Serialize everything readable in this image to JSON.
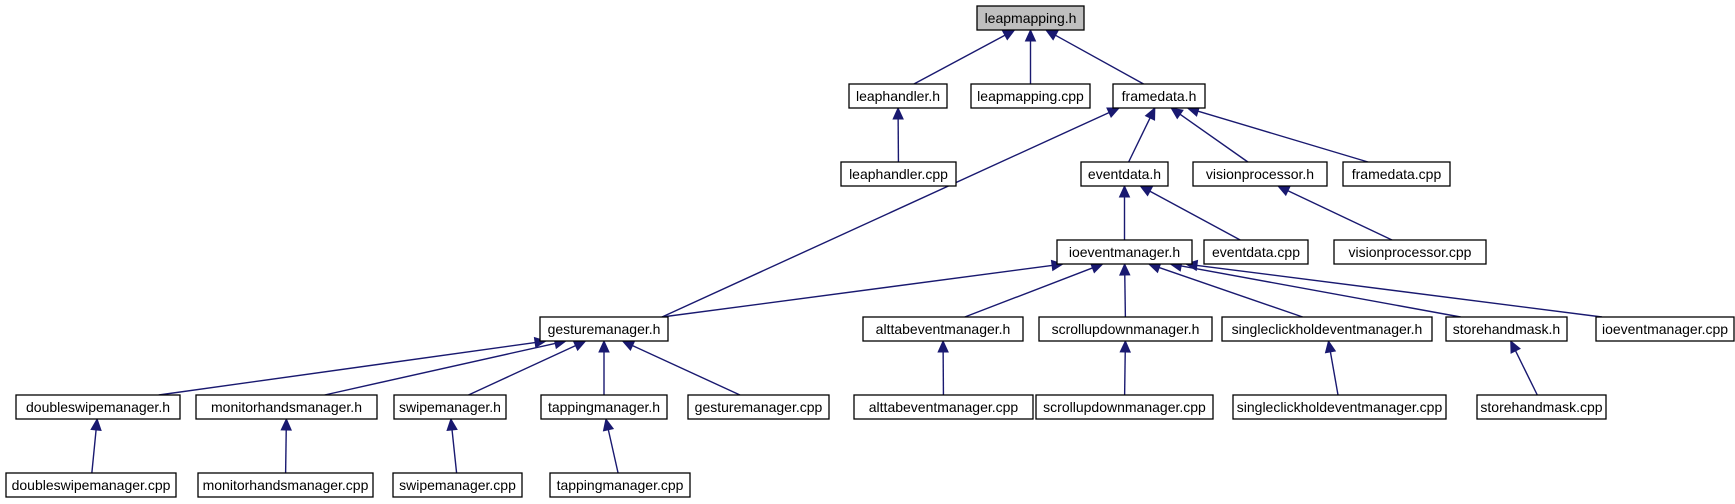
{
  "graph": {
    "colors": {
      "edge": "#191970",
      "root_fill": "#bfbfbf",
      "node_fill": "#ffffff",
      "border": "#000000"
    },
    "nodes": [
      {
        "id": "leapmapping_h",
        "label": "leapmapping.h",
        "root": true
      },
      {
        "id": "leaphandler_h",
        "label": "leaphandler.h"
      },
      {
        "id": "leapmapping_cpp",
        "label": "leapmapping.cpp"
      },
      {
        "id": "framedata_h",
        "label": "framedata.h"
      },
      {
        "id": "leaphandler_cpp",
        "label": "leaphandler.cpp"
      },
      {
        "id": "eventdata_h",
        "label": "eventdata.h"
      },
      {
        "id": "visionprocessor_h",
        "label": "visionprocessor.h"
      },
      {
        "id": "framedata_cpp",
        "label": "framedata.cpp"
      },
      {
        "id": "ioeventmanager_h",
        "label": "ioeventmanager.h"
      },
      {
        "id": "eventdata_cpp",
        "label": "eventdata.cpp"
      },
      {
        "id": "visionprocessor_cpp",
        "label": "visionprocessor.cpp"
      },
      {
        "id": "gesturemanager_h",
        "label": "gesturemanager.h"
      },
      {
        "id": "alttabeventmanager_h",
        "label": "alttabeventmanager.h"
      },
      {
        "id": "scrollupdownmanager_h",
        "label": "scrollupdownmanager.h"
      },
      {
        "id": "singleclickholdeventmanager_h",
        "label": "singleclickholdeventmanager.h"
      },
      {
        "id": "storehandmask_h",
        "label": "storehandmask.h"
      },
      {
        "id": "ioeventmanager_cpp",
        "label": "ioeventmanager.cpp"
      },
      {
        "id": "doubleswipemanager_h",
        "label": "doubleswipemanager.h"
      },
      {
        "id": "monitorhandsmanager_h",
        "label": "monitorhandsmanager.h"
      },
      {
        "id": "swipemanager_h",
        "label": "swipemanager.h"
      },
      {
        "id": "tappingmanager_h",
        "label": "tappingmanager.h"
      },
      {
        "id": "gesturemanager_cpp",
        "label": "gesturemanager.cpp"
      },
      {
        "id": "alttabeventmanager_cpp",
        "label": "alttabeventmanager.cpp"
      },
      {
        "id": "scrollupdownmanager_cpp",
        "label": "scrollupdownmanager.cpp"
      },
      {
        "id": "singleclickholdeventmanager_cpp",
        "label": "singleclickholdeventmanager.cpp"
      },
      {
        "id": "storehandmask_cpp",
        "label": "storehandmask.cpp"
      },
      {
        "id": "doubleswipemanager_cpp",
        "label": "doubleswipemanager.cpp"
      },
      {
        "id": "monitorhandsmanager_cpp",
        "label": "monitorhandsmanager.cpp"
      },
      {
        "id": "swipemanager_cpp",
        "label": "swipemanager.cpp"
      },
      {
        "id": "tappingmanager_cpp",
        "label": "tappingmanager.cpp"
      }
    ],
    "edges": [
      {
        "from": "leaphandler_h",
        "to": "leapmapping_h"
      },
      {
        "from": "leapmapping_cpp",
        "to": "leapmapping_h"
      },
      {
        "from": "framedata_h",
        "to": "leapmapping_h"
      },
      {
        "from": "leaphandler_cpp",
        "to": "leaphandler_h"
      },
      {
        "from": "eventdata_h",
        "to": "framedata_h"
      },
      {
        "from": "visionprocessor_h",
        "to": "framedata_h"
      },
      {
        "from": "framedata_cpp",
        "to": "framedata_h"
      },
      {
        "from": "gesturemanager_h",
        "to": "framedata_h"
      },
      {
        "from": "ioeventmanager_h",
        "to": "eventdata_h"
      },
      {
        "from": "eventdata_cpp",
        "to": "eventdata_h"
      },
      {
        "from": "visionprocessor_cpp",
        "to": "visionprocessor_h"
      },
      {
        "from": "gesturemanager_h",
        "to": "ioeventmanager_h"
      },
      {
        "from": "alttabeventmanager_h",
        "to": "ioeventmanager_h"
      },
      {
        "from": "scrollupdownmanager_h",
        "to": "ioeventmanager_h"
      },
      {
        "from": "singleclickholdeventmanager_h",
        "to": "ioeventmanager_h"
      },
      {
        "from": "storehandmask_h",
        "to": "ioeventmanager_h"
      },
      {
        "from": "ioeventmanager_cpp",
        "to": "ioeventmanager_h"
      },
      {
        "from": "doubleswipemanager_h",
        "to": "gesturemanager_h"
      },
      {
        "from": "monitorhandsmanager_h",
        "to": "gesturemanager_h"
      },
      {
        "from": "swipemanager_h",
        "to": "gesturemanager_h"
      },
      {
        "from": "tappingmanager_h",
        "to": "gesturemanager_h"
      },
      {
        "from": "gesturemanager_cpp",
        "to": "gesturemanager_h"
      },
      {
        "from": "alttabeventmanager_cpp",
        "to": "alttabeventmanager_h"
      },
      {
        "from": "scrollupdownmanager_cpp",
        "to": "scrollupdownmanager_h"
      },
      {
        "from": "singleclickholdeventmanager_cpp",
        "to": "singleclickholdeventmanager_h"
      },
      {
        "from": "storehandmask_cpp",
        "to": "storehandmask_h"
      },
      {
        "from": "doubleswipemanager_cpp",
        "to": "doubleswipemanager_h"
      },
      {
        "from": "monitorhandsmanager_cpp",
        "to": "monitorhandsmanager_h"
      },
      {
        "from": "swipemanager_cpp",
        "to": "swipemanager_h"
      },
      {
        "from": "tappingmanager_cpp",
        "to": "tappingmanager_h"
      }
    ]
  }
}
